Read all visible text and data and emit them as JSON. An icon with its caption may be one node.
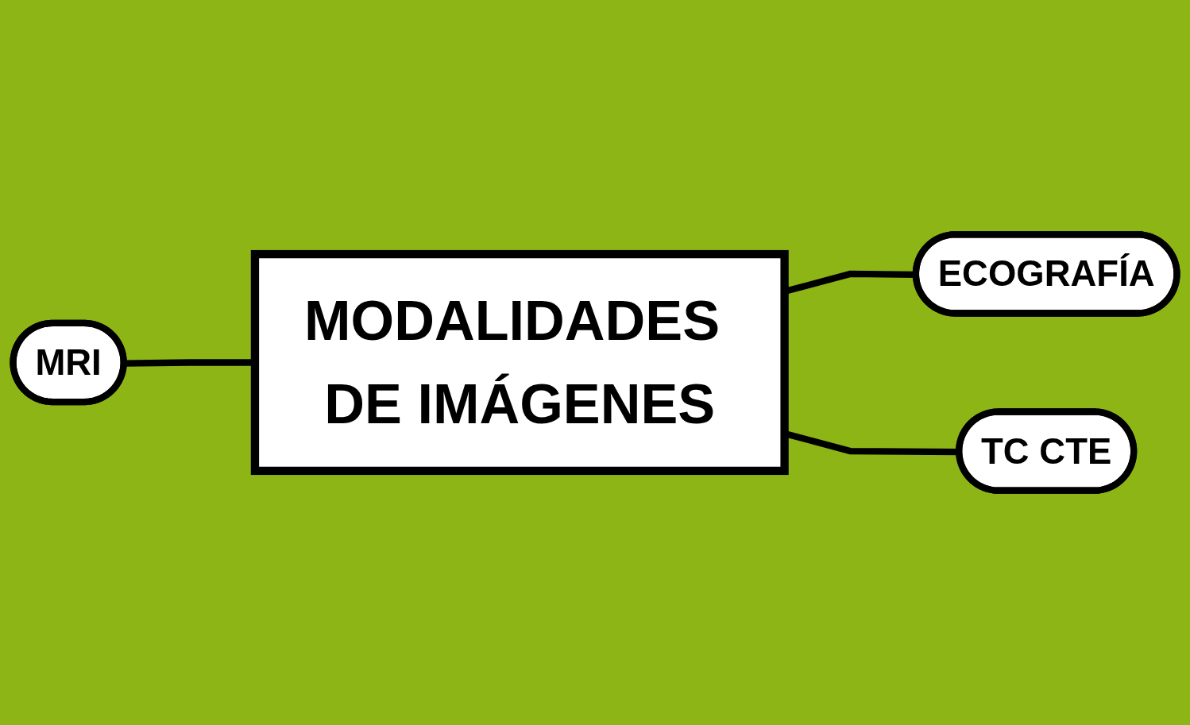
{
  "diagram": {
    "nodes": [
      {
        "text": [
          "ECOGRAFÍA"
        ]
      },
      {
        "text": [
          "MRI"
        ]
      },
      {
        "text": [
          "MODALIDADES DE IMÁGENES"
        ]
      },
      {
        "text": [
          "TC CTE"
        ]
      }
    ],
    "edges": [
      {
        "from": 1,
        "to": 2,
        "arrow": "none"
      },
      {
        "from": 2,
        "to": 0,
        "arrow": "none"
      },
      {
        "from": 2,
        "to": 3,
        "arrow": "none"
      }
    ]
  }
}
